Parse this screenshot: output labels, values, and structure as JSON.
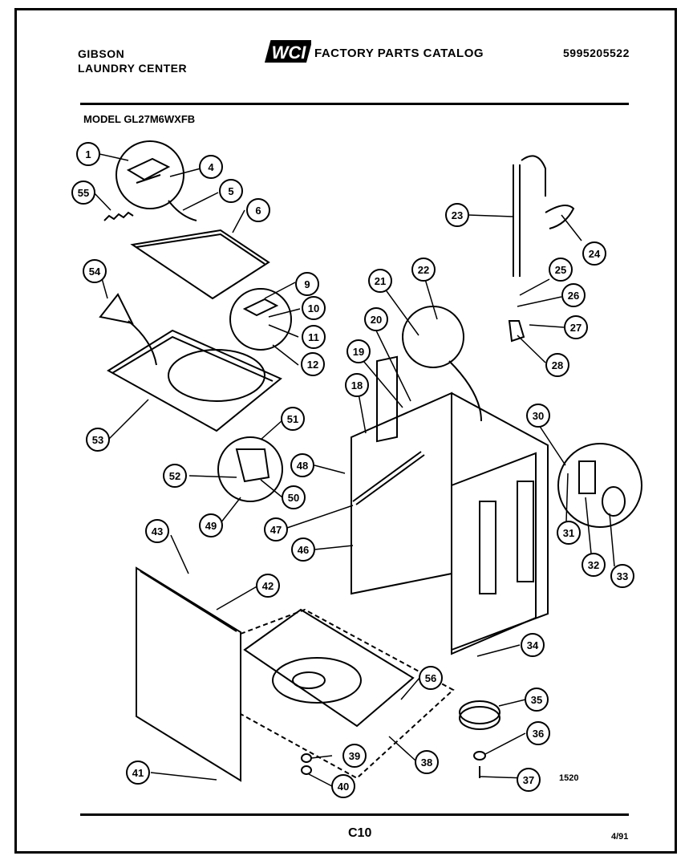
{
  "header": {
    "brand_line1": "GIBSON",
    "brand_line2": "LAUNDRY CENTER",
    "logo_text": "WCI",
    "catalog_title": "FACTORY PARTS CATALOG",
    "catalog_number": "5995205522"
  },
  "model": "MODEL GL27M6WXFB",
  "drawing_number": "1520",
  "footer": {
    "page_code": "C10",
    "date": "4/91"
  },
  "callouts": [
    "1",
    "4",
    "5",
    "6",
    "55",
    "54",
    "9",
    "10",
    "11",
    "12",
    "53",
    "51",
    "52",
    "50",
    "49",
    "48",
    "47",
    "46",
    "43",
    "42",
    "41",
    "40",
    "39",
    "38",
    "56",
    "35",
    "36",
    "37",
    "34",
    "33",
    "32",
    "31",
    "30",
    "23",
    "24",
    "25",
    "26",
    "27",
    "28",
    "22",
    "21",
    "20",
    "19",
    "18"
  ]
}
